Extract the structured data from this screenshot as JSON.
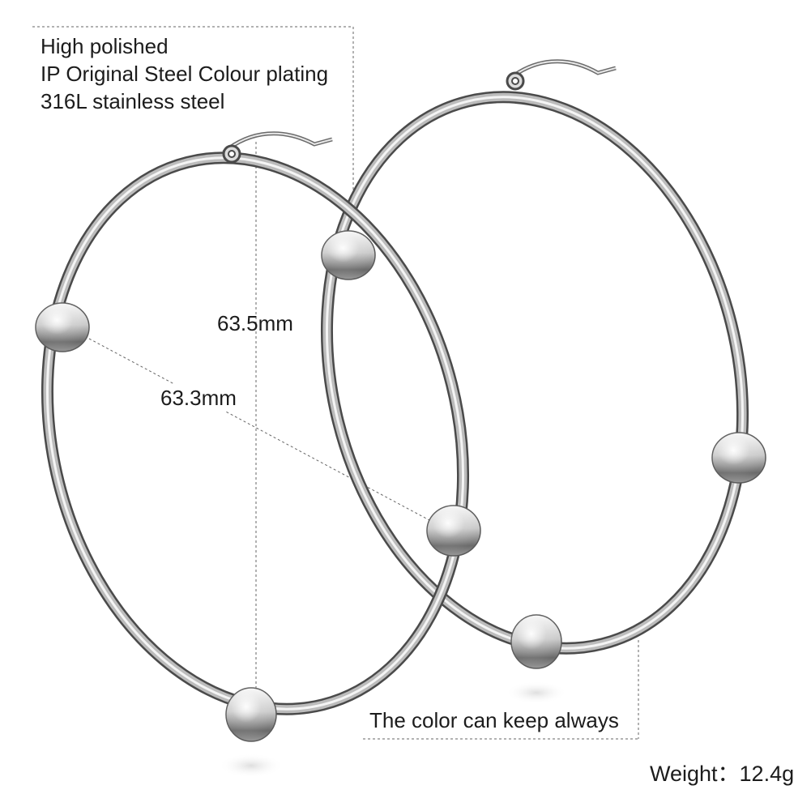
{
  "specs": {
    "line1": "High polished",
    "line2": "IP Original Steel Colour plating",
    "line3": "316L stainless steel"
  },
  "dimensions": {
    "height": "63.5mm",
    "diameter": "63.3mm"
  },
  "note": "The color can keep always",
  "weight": "Weight：12.4g",
  "colors": {
    "background": "#ffffff",
    "steel_light": "#f2f2f2",
    "steel_mid": "#a9a9a9",
    "steel_dark": "#4a4a4a",
    "text": "#1c1c1c",
    "dashed_line": "#666666"
  }
}
